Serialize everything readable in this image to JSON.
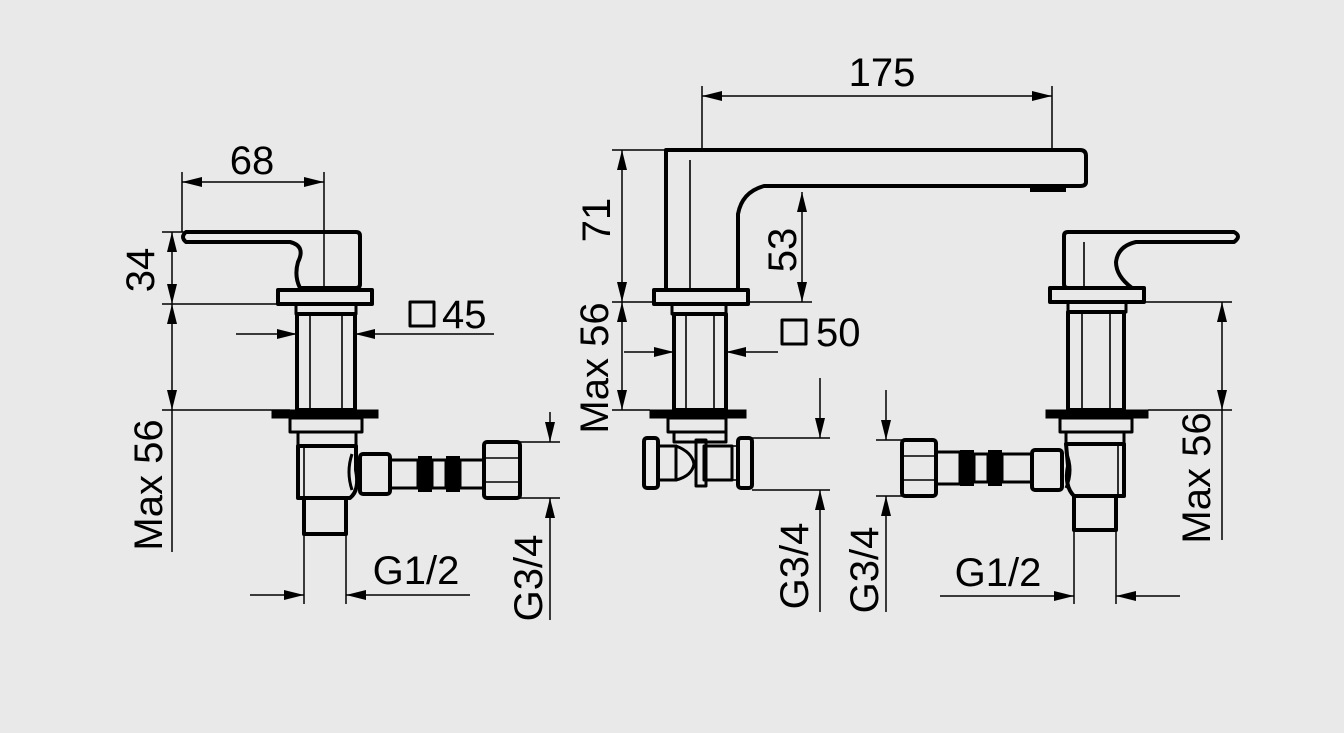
{
  "colors": {
    "background": "#e9e9e9",
    "line": "#000000"
  },
  "labels": {
    "left_width": "68",
    "left_height": "34",
    "left_square": "45",
    "left_max": "Max 56",
    "left_g12": "G1/2",
    "left_g34": "G3/4",
    "spout_length": "175",
    "spout_height": "71",
    "spout_outlet": "53",
    "spout_max": "Max 56",
    "spout_square": "50",
    "center_g34": "G3/4",
    "right_g34": "G3/4",
    "right_g12": "G1/2",
    "right_max": "Max 56"
  }
}
